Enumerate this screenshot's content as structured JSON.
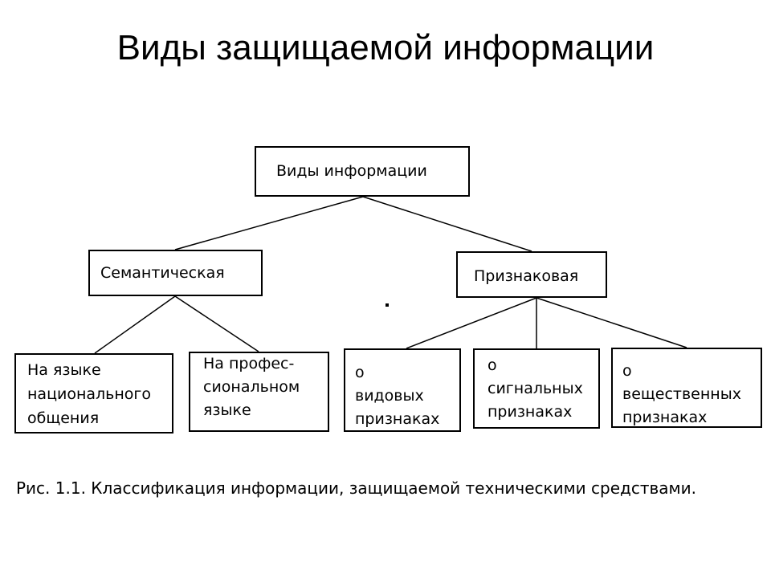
{
  "slide": {
    "title": "Виды защищаемой информации"
  },
  "diagram": {
    "root": {
      "label": "Виды информации"
    },
    "semantic": {
      "label": "Семантическая"
    },
    "feature": {
      "label": "Признаковая"
    },
    "leaves": {
      "national_language": {
        "label": "На языке\nнационального\nобщения"
      },
      "professional_language": {
        "label": "На профес-\nсиональном\nязыке"
      },
      "species_features": {
        "label": "о\nвидовых\nпризнаках"
      },
      "signal_features": {
        "label": "о\nсигнальных\nпризнаках"
      },
      "substance_features": {
        "label": "о\nвещественных\nпризнаках"
      }
    },
    "caption": "Рис. 1.1. Классификация информации, защищаемой техническими средствами."
  },
  "colors": {
    "background": "#ffffff",
    "ink": "#000000"
  }
}
